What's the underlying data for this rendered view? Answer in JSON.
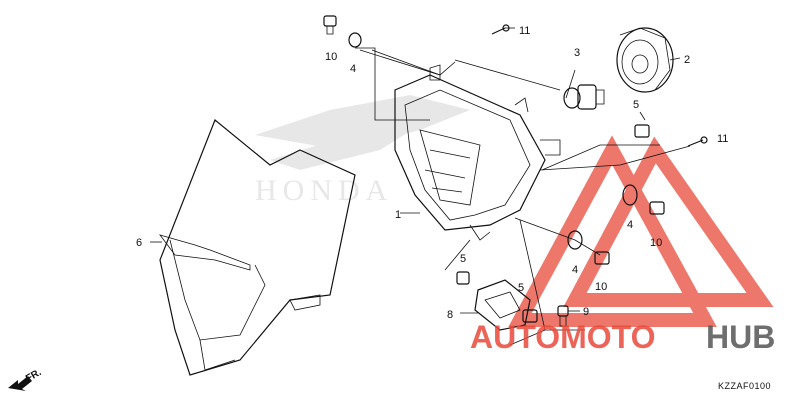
{
  "diagram": {
    "code": "KZZAF0100",
    "front_marker": "FR.",
    "callouts": [
      {
        "id": "c1",
        "label": "1"
      },
      {
        "id": "c2",
        "label": "2"
      },
      {
        "id": "c3",
        "label": "3"
      },
      {
        "id": "c4a",
        "label": "4"
      },
      {
        "id": "c4b",
        "label": "4"
      },
      {
        "id": "c4c",
        "label": "4"
      },
      {
        "id": "c5a",
        "label": "5"
      },
      {
        "id": "c5b",
        "label": "5"
      },
      {
        "id": "c5c",
        "label": "5"
      },
      {
        "id": "c6",
        "label": "6"
      },
      {
        "id": "c8",
        "label": "8"
      },
      {
        "id": "c9",
        "label": "9"
      },
      {
        "id": "c10a",
        "label": "10"
      },
      {
        "id": "c10b",
        "label": "10"
      },
      {
        "id": "c10c",
        "label": "10"
      },
      {
        "id": "c11a",
        "label": "11"
      },
      {
        "id": "c11b",
        "label": "11"
      }
    ]
  },
  "watermark": {
    "brand_text": "HONDA",
    "logo_text_part1": "AUTOMOTO",
    "logo_text_part2": "HUB",
    "colors": {
      "accent": "#e84a3a",
      "dark": "#555555",
      "gray": "#cccccc"
    }
  }
}
